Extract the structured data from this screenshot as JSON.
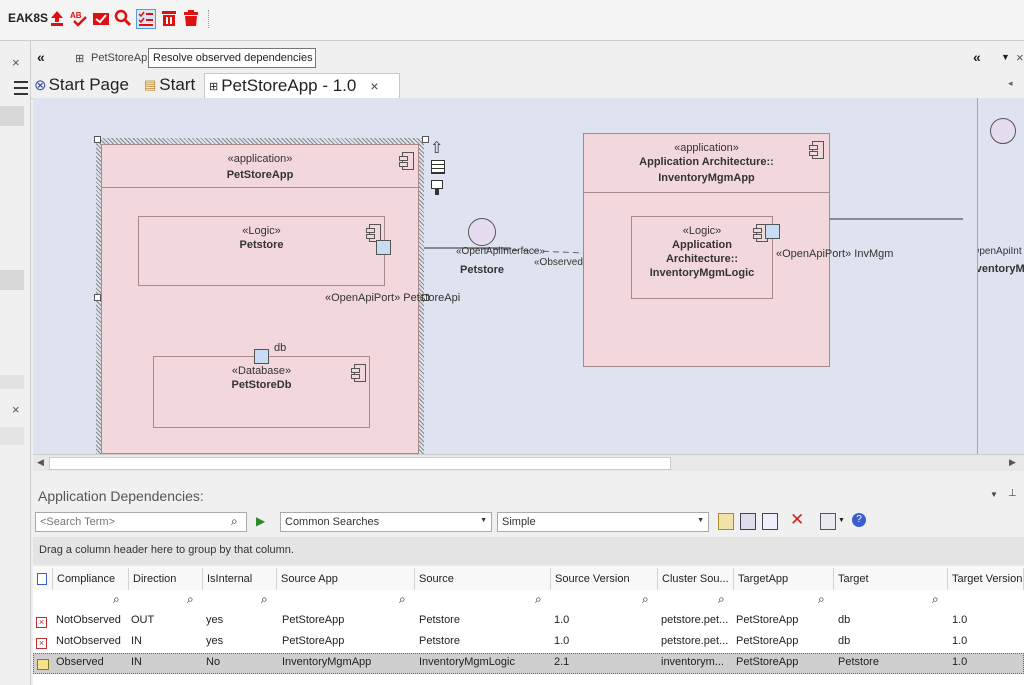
{
  "toolbar": {
    "label": "EAK8S",
    "tooltip": "Resolve observed dependencies"
  },
  "doc": {
    "breadcrumb": "PetStoreApp",
    "tabs": [
      {
        "label": "Start Page"
      },
      {
        "label": "Start"
      },
      {
        "label": "PetStoreApp - 1.0"
      }
    ],
    "close_glyph": "×"
  },
  "diagram": {
    "petstoreapp": {
      "stereotype": "«application»",
      "name": "PetStoreApp"
    },
    "petstore": {
      "stereotype": "«Logic»",
      "name": "Petstore"
    },
    "petstoredb": {
      "stereotype": "«Database»",
      "name": "PetStoreDb"
    },
    "db_port_label": "db",
    "petstore_port_label": "«OpenApiPort» PetstoreApi",
    "interface": {
      "stereotype": "«OpenApiInterface»",
      "name": "Petstore"
    },
    "observed_label": "«Observed»",
    "invapp": {
      "stereotype": "«application»",
      "name_line1": "Application Architecture::",
      "name_line2": "InventoryMgmApp"
    },
    "invlogic": {
      "stereotype": "«Logic»",
      "name_line1": "Application",
      "name_line2": "Architecture::",
      "name_line3": "InventoryMgmLogic"
    },
    "inv_port_label": "«OpenApiPort» InvMgm",
    "right_interface": {
      "stereotype": "«OpenApiInt",
      "name": "InventoryM"
    }
  },
  "panel": {
    "title": "Application Dependencies:",
    "search_placeholder": "<Search Term>",
    "search_mode": "Common Searches",
    "search_type": "Simple",
    "group_hint": "Drag a column header here to group by that column."
  },
  "grid": {
    "columns": [
      "Compliance",
      "Direction",
      "IsInternal",
      "Source App",
      "Source",
      "Source Version",
      "Cluster Sou...",
      "TargetApp",
      "Target",
      "Target Version"
    ],
    "rows": [
      {
        "compliance": "NotObserved",
        "direction": "OUT",
        "internal": "yes",
        "source_app": "PetStoreApp",
        "source": "Petstore",
        "source_version": "1.0",
        "cluster": "petstore.pet...",
        "target_app": "PetStoreApp",
        "target": "db",
        "target_version": "1.0"
      },
      {
        "compliance": "NotObserved",
        "direction": "IN",
        "internal": "yes",
        "source_app": "PetStoreApp",
        "source": "Petstore",
        "source_version": "1.0",
        "cluster": "petstore.pet...",
        "target_app": "PetStoreApp",
        "target": "db",
        "target_version": "1.0"
      },
      {
        "compliance": "Observed",
        "direction": "IN",
        "internal": "No",
        "source_app": "InventoryMgmApp",
        "source": "InventoryMgmLogic",
        "source_version": "2.1",
        "cluster": "inventorym...",
        "target_app": "PetStoreApp",
        "target": "Petstore",
        "target_version": "1.0"
      }
    ]
  },
  "colors": {
    "accent": "#e01010",
    "selection": "#cfcfcf",
    "diagram_bg": "#dfe3f0",
    "element_fill": "#f2d8dc"
  }
}
